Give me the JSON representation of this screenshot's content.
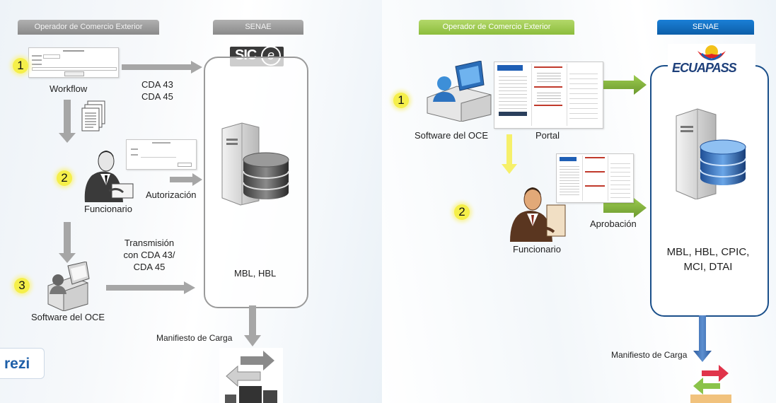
{
  "left": {
    "header_oce": "Operador de Comercio Exterior",
    "header_senae": "SENAE",
    "logo_text": "SIC",
    "logo_e": "e",
    "workflow_label": "Workflow",
    "cda_text": [
      "CDA 43",
      "CDA 45"
    ],
    "step1": "1",
    "step2": "2",
    "step3": "3",
    "funcionario_label": "Funcionario",
    "autorizacion_label": "Autorización",
    "transmision_text": [
      "Transmisión",
      "con CDA 43/",
      "CDA 45"
    ],
    "software_label": "Software del OCE",
    "db_text": "MBL, HBL",
    "manifiesto_label": "Manifiesto de Carga",
    "prezi": "rezi"
  },
  "right": {
    "header_oce": "Operador de Comercio Exterior",
    "header_senae": "SENAE",
    "logo_text": "ECUAPASS",
    "step1": "1",
    "step2": "2",
    "software_label": "Software del  OCE",
    "portal_label": "Portal",
    "funcionario_label": "Funcionario",
    "aprobacion_label": "Aprobación",
    "db_text": [
      "MBL, HBL, CPIC,",
      "MCI, DTAI"
    ],
    "manifiesto_label": "Manifiesto de Carga"
  },
  "colors": {
    "grey_arrow": "#a6a6a6",
    "green_arrow": "#79a83a",
    "yellow_arrow": "#f6f06a",
    "blue_arrow": "#3a6fb5",
    "senae_blue": "#0c5ea8",
    "oce_green": "#9ccb4f",
    "step_yellow": "#f5ef4a"
  },
  "icons": [
    "computer-user-icon",
    "server-database-icon",
    "document-stack-icon",
    "worker-at-desk-icon",
    "cargo-exchange-icon"
  ]
}
